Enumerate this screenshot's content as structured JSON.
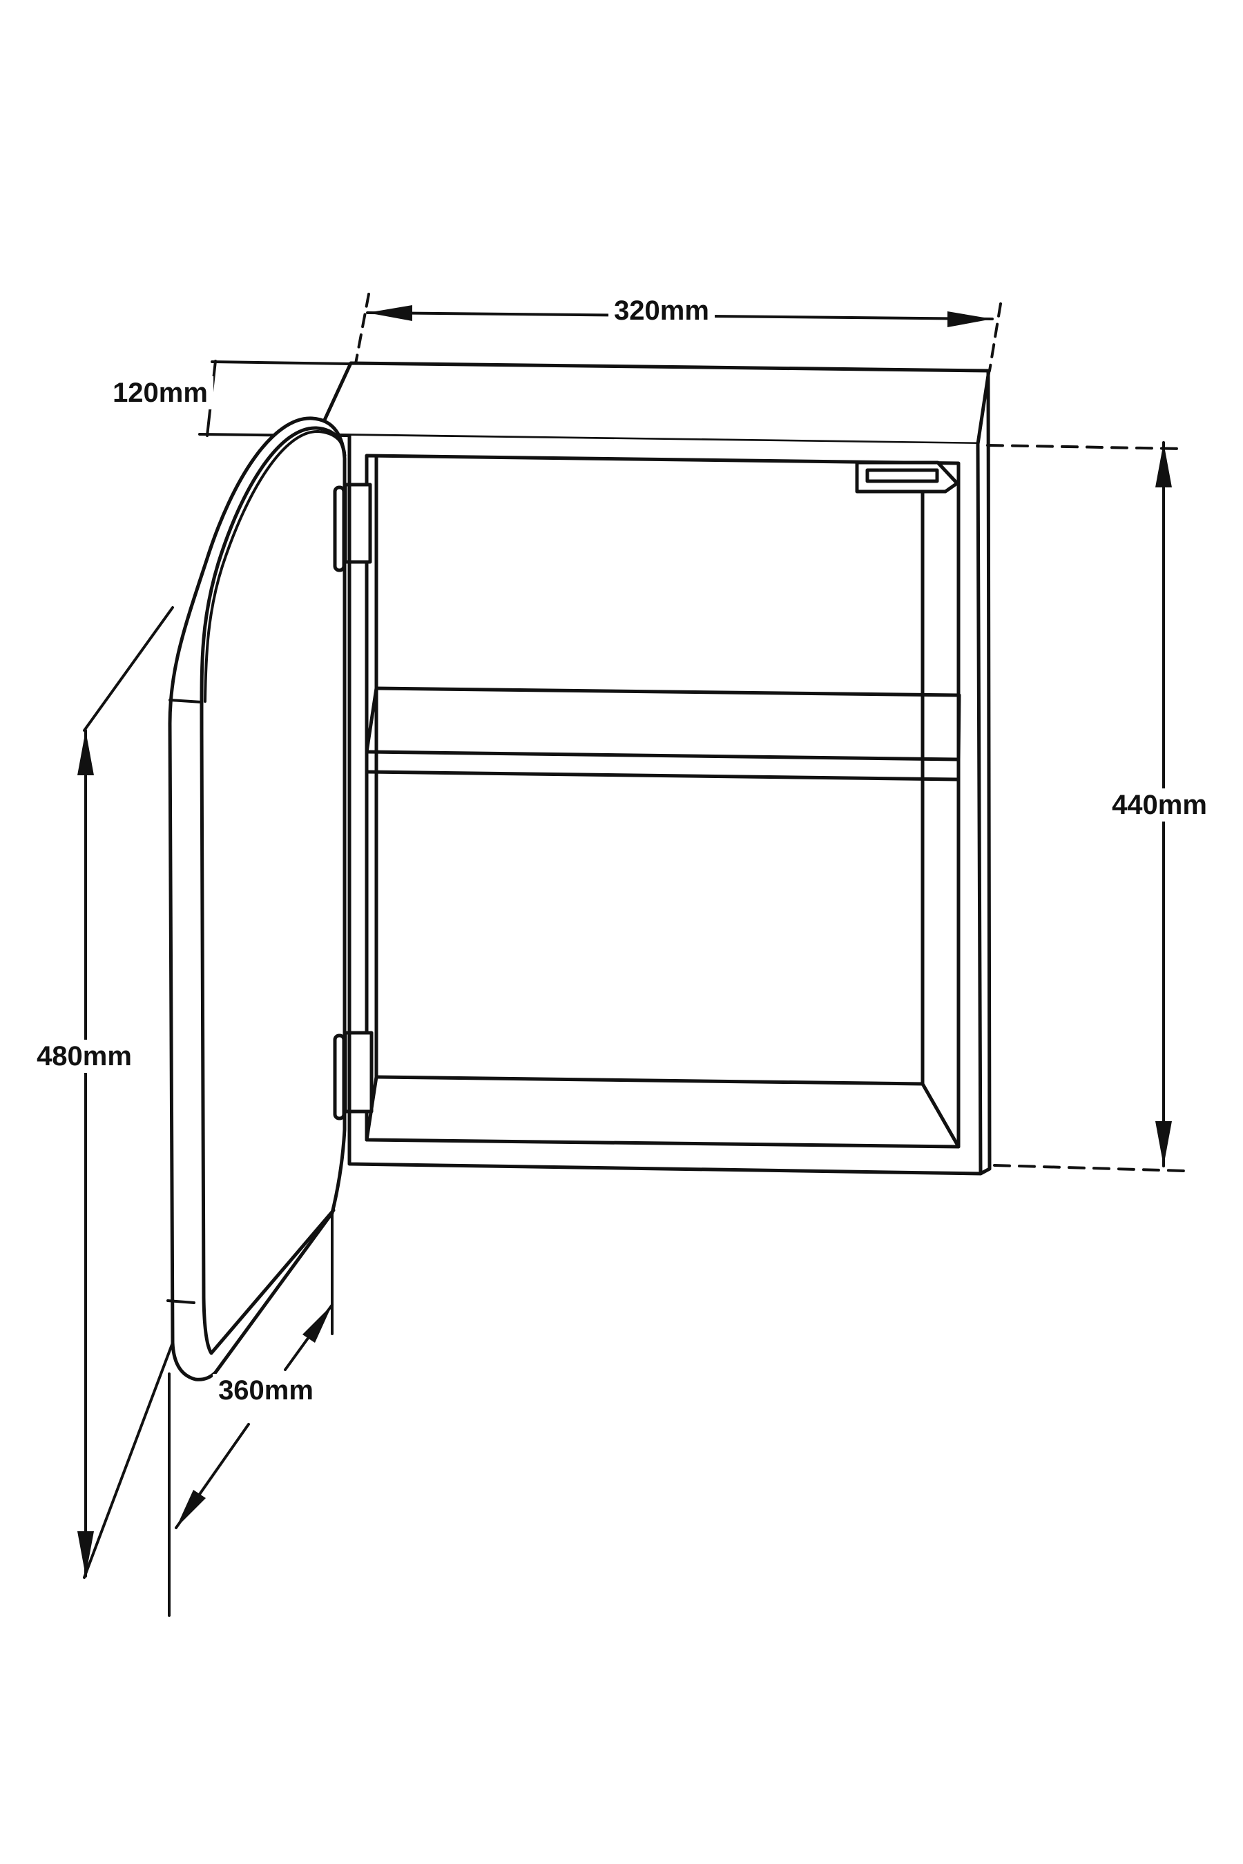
{
  "figure": {
    "kind": "technical line drawing",
    "subject": "wall-mounted cabinet with open door, shown in perspective with overall dimensions",
    "background_color": "#ffffff",
    "line_color": "#111111"
  },
  "dimensions": {
    "top_width": {
      "label": "320mm",
      "measures": "cabinet width across the top"
    },
    "top_depth": {
      "label": "120mm",
      "measures": "cabinet depth of top panel"
    },
    "body_height": {
      "label": "440mm",
      "measures": "cabinet carcass height, right side"
    },
    "door_height": {
      "label": "480mm",
      "measures": "door height, left side"
    },
    "door_width": {
      "label": "360mm",
      "measures": "door width along bottom edge"
    }
  }
}
